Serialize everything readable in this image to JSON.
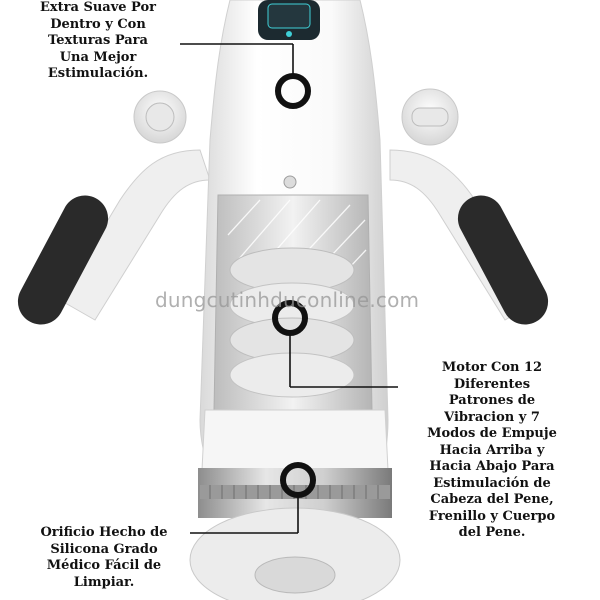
{
  "callouts": {
    "inner_texture": {
      "lines": [
        "Extra Suave Por",
        "Dentro y Con",
        "Texturas Para",
        "Una Mejor",
        "Estimulación."
      ]
    },
    "motor": {
      "lines": [
        "Motor Con 12",
        "Diferentes",
        "Patrones de",
        "Vibracion y 7",
        "Modos de Empuje",
        "Hacia Arriba y",
        "Hacia Abajo Para",
        "Estimulación de",
        "Cabeza del Pene,",
        "Frenillo y Cuerpo",
        "del Pene."
      ]
    },
    "orifice": {
      "lines": [
        "Orificio Hecho de",
        "Silicona Grado",
        "Médico Fácil de",
        "Limpiar."
      ]
    }
  },
  "watermark": "dungcutinhduconline.com",
  "colors": {
    "body": "#f4f4f4",
    "grip": "#2a2a2a",
    "display": "#1c2a30",
    "display_accent": "#3fd0d8",
    "marker": "#111111"
  }
}
